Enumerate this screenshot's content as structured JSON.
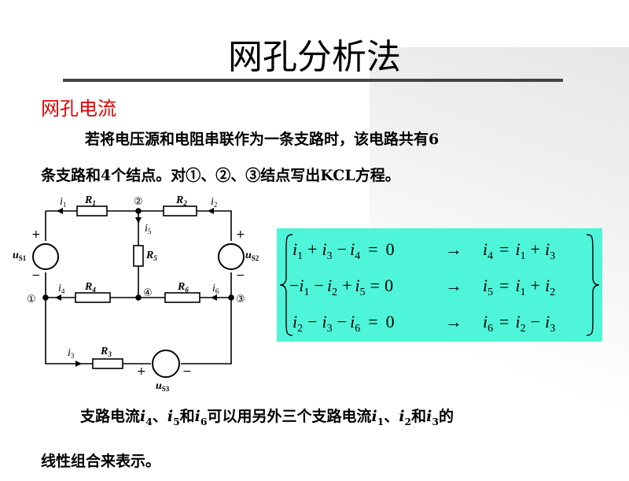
{
  "title": "网孔分析法",
  "section_heading": "网孔电流",
  "para1": {
    "line1": "若将电压源和电阻串联作为一条支路时，该电路共有6",
    "line2": "条支路和4个结点。对①、②、③结点写出KCL方程。"
  },
  "para2": {
    "line1_pre": "支路电流",
    "i4": "i",
    "i4_sub": "4",
    "sep1": "、",
    "i5": "i",
    "i5_sub": "5",
    "and1": "和",
    "i6": "i",
    "i6_sub": "6",
    "mid": "可以用另外三个支路电流",
    "i1": "i",
    "i1_sub": "1",
    "sep2": "、",
    "i2": "i",
    "i2_sub": "2",
    "and2": "和",
    "i3": "i",
    "i3_sub": "3",
    "end": "的",
    "line2": "线性组合来表示。"
  },
  "circuit": {
    "labels": {
      "i1": "i",
      "i1_sub": "1",
      "R1": "R",
      "R1_sub": "1",
      "node2": "②",
      "R2": "R",
      "R2_sub": "2",
      "i2": "i",
      "i2_sub": "2",
      "i5": "i",
      "i5_sub": "5",
      "R5": "R",
      "R5_sub": "5",
      "us1": "u",
      "us1_sub": "S1",
      "us2": "u",
      "us2_sub": "S2",
      "plus": "+",
      "minus": "−",
      "i4": "i",
      "i4_sub": "4",
      "R4": "R",
      "R4_sub": "4",
      "node4": "④",
      "R6": "R",
      "R6_sub": "6",
      "i6": "i",
      "i6_sub": "6",
      "node1": "①",
      "node3": "③",
      "i3": "i",
      "i3_sub": "3",
      "R3": "R",
      "R3_sub": "3",
      "us3": "u",
      "us3_sub": "S3"
    }
  },
  "equations": {
    "row1_left": [
      "i",
      "1",
      "+",
      "i",
      "3",
      "−",
      "i",
      "4",
      "=",
      "0"
    ],
    "row1_right": [
      "i",
      "4",
      "=",
      "i",
      "1",
      "+",
      "i",
      "3"
    ],
    "row2_left": [
      "−",
      "i",
      "1",
      "−",
      "i",
      "2",
      "+",
      "i",
      "5",
      "=",
      "0"
    ],
    "row2_right": [
      "i",
      "5",
      "=",
      "i",
      "1",
      "+",
      "i",
      "2"
    ],
    "row3_left": [
      "i",
      "2",
      "−",
      "i",
      "3",
      "−",
      "i",
      "6",
      "=",
      "0"
    ],
    "row3_right": [
      "i",
      "6",
      "=",
      "i",
      "2",
      "−",
      "i",
      "3"
    ],
    "arrow": "→",
    "box_color": "#4ff5d8"
  }
}
